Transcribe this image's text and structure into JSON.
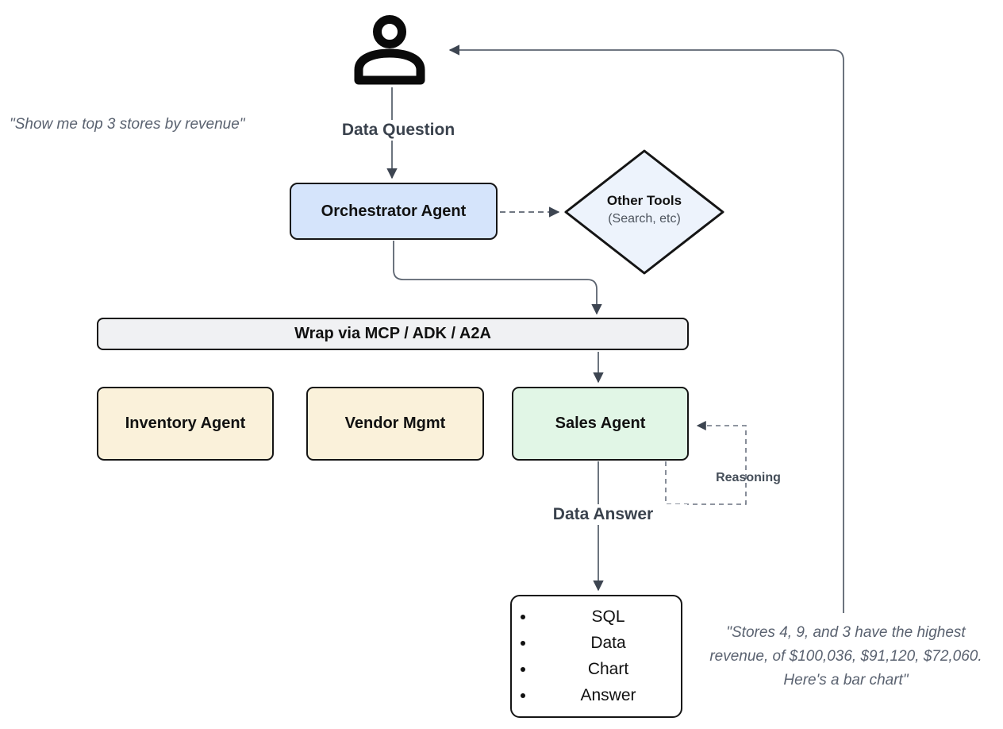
{
  "diagram": {
    "user_quote": "\"Show me top 3 stores by revenue\"",
    "answer_quote_lines": [
      "\"Stores 4, 9, and 3 have the highest",
      "revenue, of $100,036, $91,120, $72,060.",
      "Here's a bar chart\""
    ],
    "labels": {
      "data_question": "Data Question",
      "data_answer": "Data Answer",
      "reasoning": "Reasoning"
    },
    "nodes": {
      "orchestrator": {
        "label": "Orchestrator Agent",
        "fill": "#d5e4fb"
      },
      "other_tools": {
        "title": "Other Tools",
        "subtitle": "(Search, etc)",
        "fill": "#edf3fc"
      },
      "wrapper_bar": {
        "label": "Wrap via MCP / ADK / A2A",
        "fill": "#f0f1f3"
      },
      "inventory_agent": {
        "label": "Inventory Agent",
        "fill": "#faf1da"
      },
      "vendor_mgmt": {
        "label": "Vendor Mgmt",
        "fill": "#faf1da"
      },
      "sales_agent": {
        "label": "Sales Agent",
        "fill": "#e1f6e6"
      },
      "output": {
        "items": [
          "SQL",
          "Data",
          "Chart",
          "Answer"
        ]
      }
    },
    "colors": {
      "line": "#5c6470",
      "arrowhead": "#3d4551",
      "border": "#151515"
    }
  }
}
